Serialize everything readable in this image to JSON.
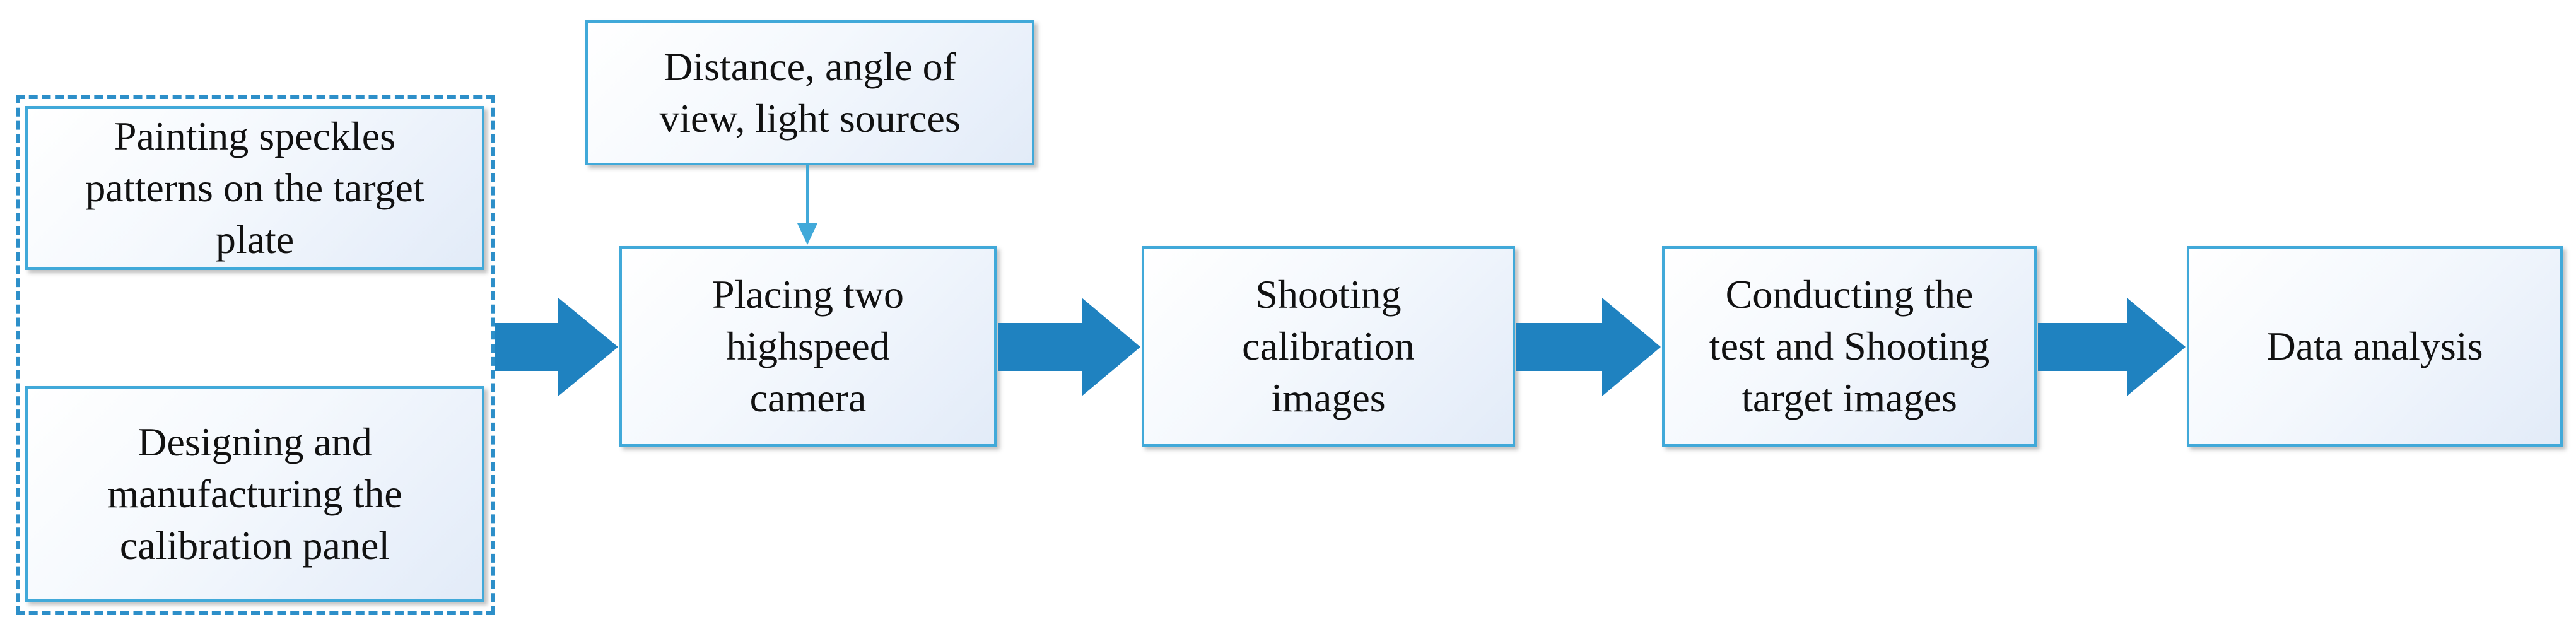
{
  "nodes": {
    "speckles": "Painting speckles\npatterns on the target\nplate",
    "calibration_panel": "Designing and\nmanufacturing the\ncalibration panel",
    "settings": "Distance, angle of\nview, light sources",
    "cameras": "Placing two\nhighspeed\ncamera",
    "calibration_images": "Shooting\ncalibration\nimages",
    "target_images": "Conducting the\ntest and Shooting\ntarget images",
    "analysis": "Data analysis"
  },
  "colors": {
    "border": "#41a9d9",
    "arrow": "#1f82c0",
    "group_border": "#2d8fc9"
  }
}
